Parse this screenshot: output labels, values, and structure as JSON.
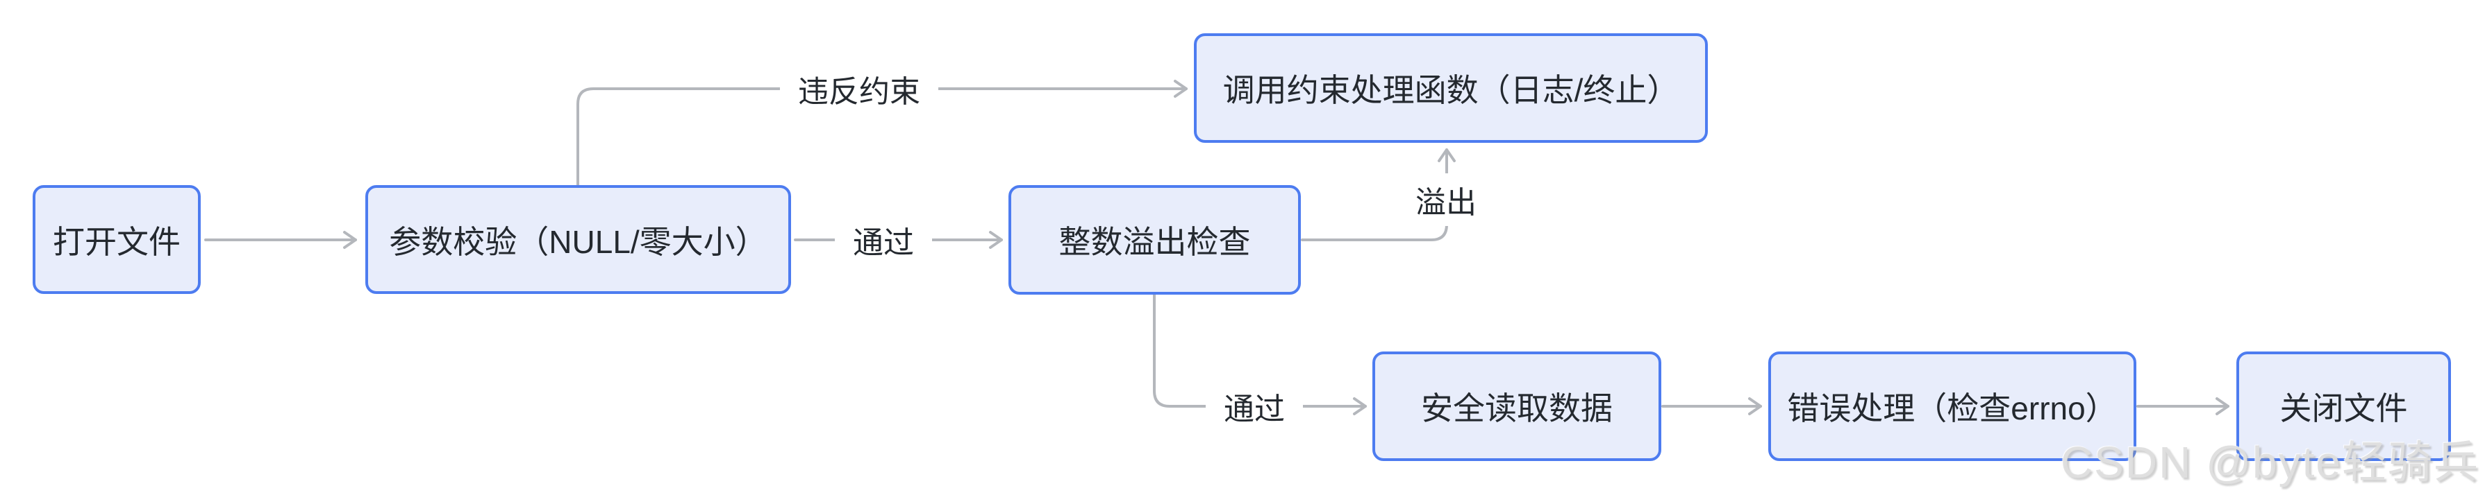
{
  "diagram": {
    "type": "flowchart",
    "background": "#ffffff"
  },
  "colors": {
    "node_fill": "#e8edfb",
    "node_border": "#4d7cf0",
    "node_text": "#24292f",
    "edge_line": "#b4b7bc",
    "edge_label_text": "#24292f",
    "watermark_text": "#dedede"
  },
  "nodes": [
    {
      "id": "open-file",
      "label": "打开文件"
    },
    {
      "id": "param-check",
      "label": "参数校验（NULL/零大小）"
    },
    {
      "id": "overflow-check",
      "label": "整数溢出检查"
    },
    {
      "id": "constraint-handler",
      "label": "调用约束处理函数（日志/终止）"
    },
    {
      "id": "safe-read",
      "label": "安全读取数据"
    },
    {
      "id": "error-handling",
      "label": "错误处理（检查errno）"
    },
    {
      "id": "close-file",
      "label": "关闭文件"
    }
  ],
  "edges": [
    {
      "from": "open-file",
      "to": "param-check",
      "label": ""
    },
    {
      "from": "param-check",
      "to": "overflow-check",
      "label": "通过"
    },
    {
      "from": "param-check",
      "to": "constraint-handler",
      "label": "违反约束"
    },
    {
      "from": "overflow-check",
      "to": "constraint-handler",
      "label": "溢出"
    },
    {
      "from": "overflow-check",
      "to": "safe-read",
      "label": "通过"
    },
    {
      "from": "safe-read",
      "to": "error-handling",
      "label": ""
    },
    {
      "from": "error-handling",
      "to": "close-file",
      "label": ""
    }
  ],
  "watermark": {
    "text": "CSDN @byte轻骑兵"
  }
}
